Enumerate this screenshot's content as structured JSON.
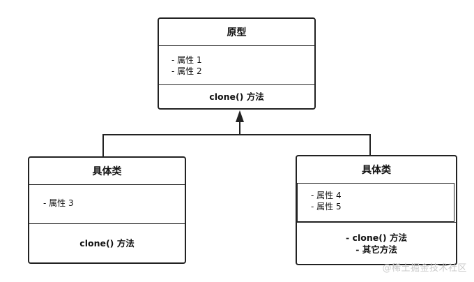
{
  "prototype": {
    "title": "原型",
    "attributes": [
      "- 属性 1",
      "- 属性 2"
    ],
    "methods": [
      "clone() 方法"
    ]
  },
  "concrete_left": {
    "title": "具体类",
    "attributes": [
      "- 属性 3"
    ],
    "methods": [
      "clone() 方法"
    ]
  },
  "concrete_right": {
    "title": "具体类",
    "attributes": [
      "- 属性 4",
      "- 属性 5"
    ],
    "methods": [
      "- clone() 方法",
      "- 其它方法"
    ]
  },
  "watermark": "@稀土掘金技术社区",
  "colors": {
    "line": "#222222",
    "background": "#ffffff",
    "watermark": "#c9c9c9"
  }
}
